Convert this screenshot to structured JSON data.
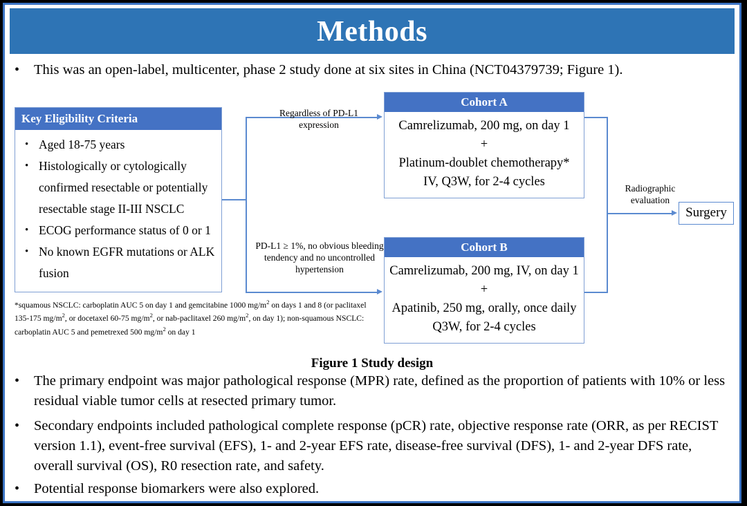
{
  "slide": {
    "title": "Methods",
    "accent_title_bar": "#2E74B5",
    "accent_box_header": "#4472C4",
    "accent_connector": "#5B8AD0",
    "border_color": "#3B74C4"
  },
  "intro_bullet": {
    "marker": "•",
    "text": "This was an open-label, multicenter, phase 2 study done at six sites in China (NCT04379739; Figure 1)."
  },
  "figure": {
    "caption": "Figure 1 Study design",
    "eligibility": {
      "header": "Key  Eligibility Criteria",
      "marker": "•",
      "items": [
        "Aged 18-75 years",
        "Histologically or cytologically confirmed resectable or potentially resectable stage II-III  NSCLC",
        "ECOG performance status of 0 or 1",
        "No known EGFR mutations or ALK fusion"
      ]
    },
    "footnote": {
      "line1_a": "*squamous NSCLC: carboplatin AUC 5 on day 1 and gemcitabine 1000 mg/m",
      "line1_sup": "2",
      "line1_b": " on days 1 and 8 (or paclitaxel 135-175  mg/m",
      "line2_sup": "2",
      "line2_b": ", or docetaxel 60-75 mg/m",
      "line3_sup": "2",
      "line3_b": ", or nab-paclitaxel 260 mg/m",
      "line4_sup": "2",
      "line4_b": ", on day 1); non-squamous NSCLC: carboplatin AUC 5 and pemetrexed 500 mg/m",
      "line5_sup": "2",
      "line5_b": " on day 1"
    },
    "annotation_cohort_a": "Regardless  of PD-L1 expression",
    "annotation_cohort_b": "PD-L1 ≥ 1%, no obvious bleeding tendency  and no uncontrolled  hypertension",
    "annotation_surgery": "Radiographic evaluation",
    "cohort_a": {
      "header": "Cohort A",
      "lines": [
        "Camrelizumab, 200 mg, on day 1",
        "+",
        "Platinum-doublet chemotherapy*",
        "IV, Q3W, for 2-4 cycles"
      ]
    },
    "cohort_b": {
      "header": "Cohort B",
      "lines": [
        "Camrelizumab, 200 mg, IV, on day 1",
        "+",
        "Apatinib, 250 mg, orally, once daily",
        "Q3W, for 2-4 cycles"
      ]
    },
    "surgery": "Surgery"
  },
  "endpoints": {
    "marker": "•",
    "primary": "The primary endpoint was major pathological response (MPR) rate, defined as the proportion of patients with 10% or less residual viable tumor cells at resected primary tumor.",
    "secondary": "Secondary endpoints included pathological complete response (pCR) rate, objective response rate (ORR, as per RECIST version 1.1), event-free survival (EFS), 1- and 2-year EFS rate, disease-free survival (DFS), 1- and 2-year DFS rate, overall survival (OS), R0 resection rate, and safety.",
    "biomarkers": "Potential response biomarkers were also explored."
  }
}
